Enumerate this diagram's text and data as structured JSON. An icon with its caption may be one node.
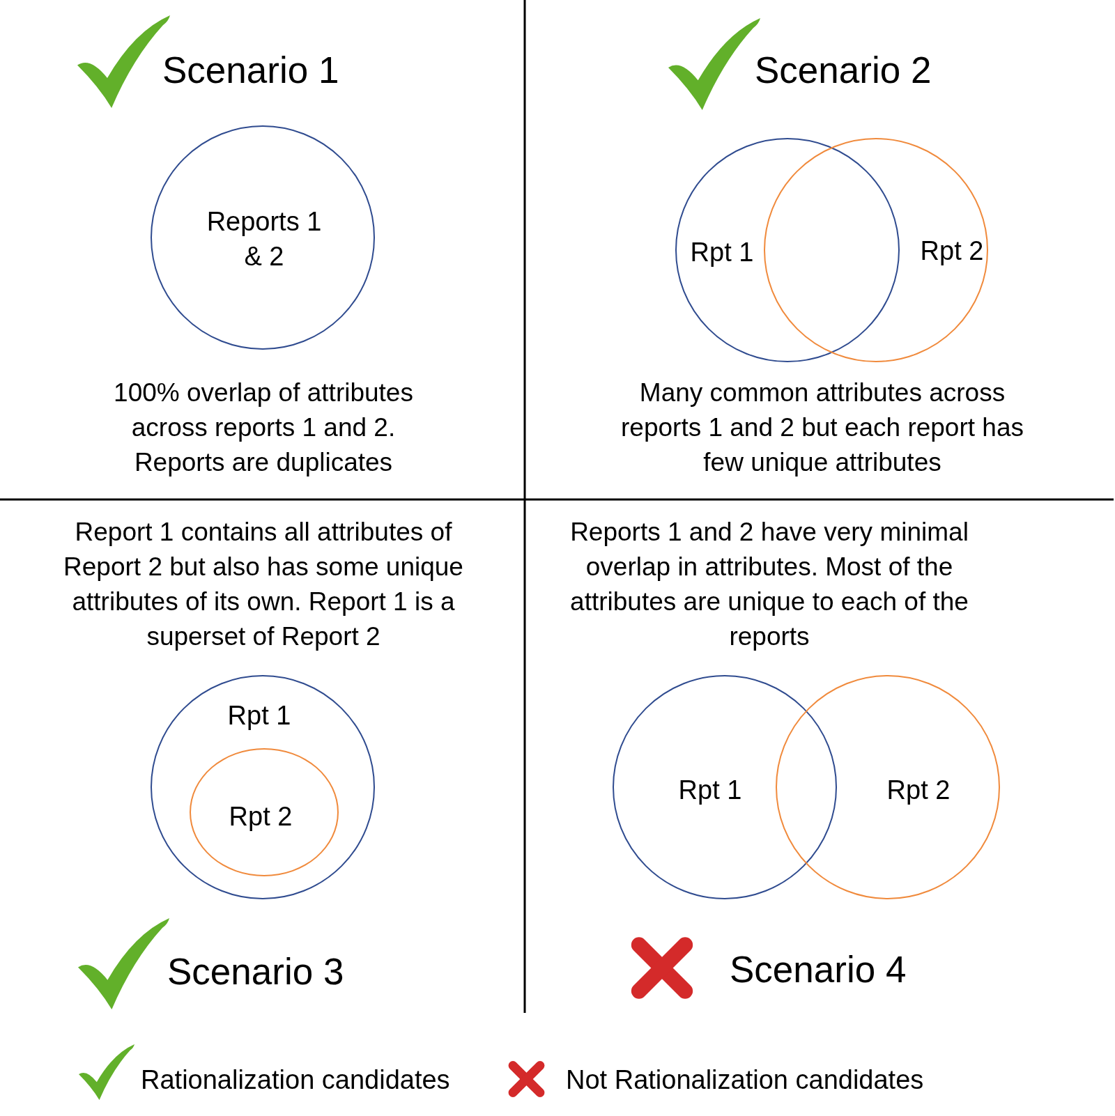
{
  "diagram": {
    "nodes": [
      {
        "text": [
          "Reports 1 & 2"
        ]
      },
      {
        "text": [
          "Rpt 1"
        ]
      },
      {
        "text": [
          "Rpt 2"
        ]
      },
      {
        "text": [
          "Rpt 1"
        ]
      },
      {
        "text": [
          "Rpt 2"
        ],
        "in": 3
      },
      {
        "text": [
          "Rpt 1"
        ]
      },
      {
        "text": [
          "Rpt 2"
        ]
      }
    ],
    "labels": [
      "Scenario 1",
      "Scenario 2",
      "100% overlap of attributes across reports 1 and 2. Reports are duplicates",
      "Many common attributes across reports 1 and 2 but each report has few unique attributes",
      "Report 1 contains all attributes of Report 2 but also has some unique attributes of its own. Report 1 is a superset of Report 2",
      "Reports 1 and 2 have very minimal overlap in attributes. Most of the attributes are unique to each of the reports",
      "Scenario 3",
      "Scenario 4"
    ],
    "legend": [
      {
        "text": "Rationalization candidates"
      },
      {
        "text": "Not Rationalization candidates"
      }
    ]
  }
}
